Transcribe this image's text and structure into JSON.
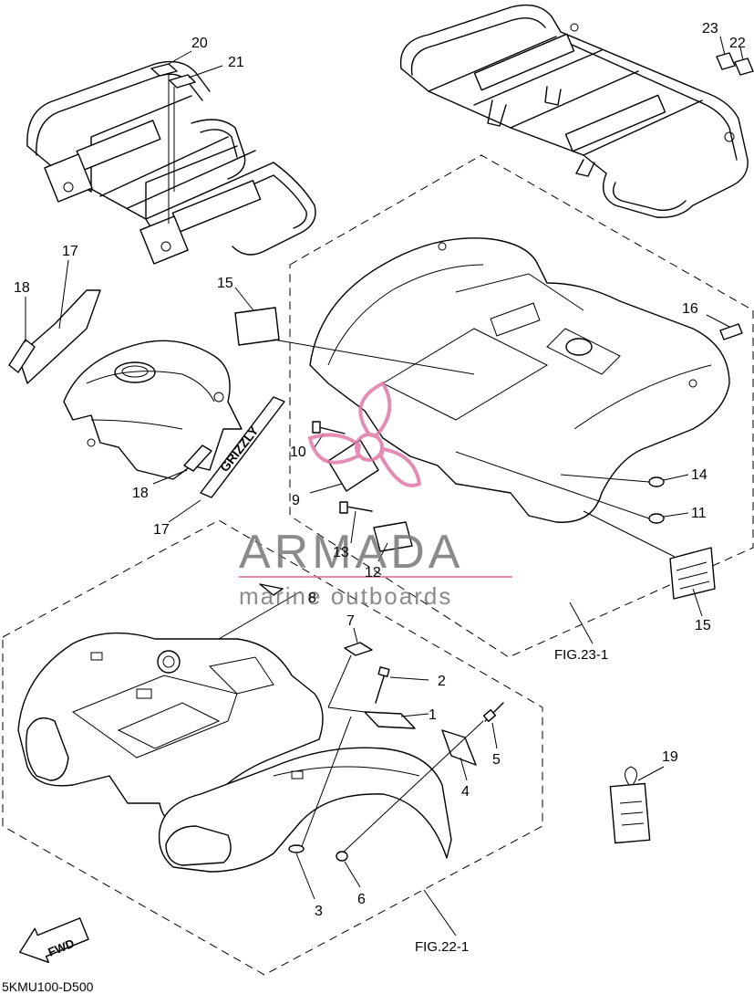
{
  "diagram_code": "5KMU100-D500",
  "figure_refs": {
    "fig_23": "FIG.23-1",
    "fig_22": "FIG.22-1"
  },
  "direction_arrow": "FWD",
  "watermark": {
    "title": "ARMADA",
    "subtitle": "marine outboards",
    "color": "#e07aa8",
    "text_color": "#777777"
  },
  "callouts": {
    "c1": "1",
    "c2": "2",
    "c3": "3",
    "c4": "4",
    "c5": "5",
    "c6": "6",
    "c7": "7",
    "c8": "8",
    "c9": "9",
    "c10": "10",
    "c11": "11",
    "c12": "12",
    "c13": "13",
    "c14": "14",
    "c15a": "15",
    "c15b": "15",
    "c16": "16",
    "c17a": "17",
    "c17b": "17",
    "c18a": "18",
    "c18b": "18",
    "c19": "19",
    "c20": "20",
    "c21": "21",
    "c22": "22",
    "c23": "23"
  },
  "emblem_text": "GRIZZLY"
}
